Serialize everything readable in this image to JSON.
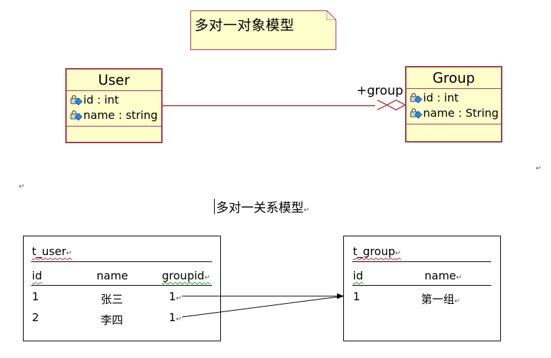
{
  "uml": {
    "note": "多对一对象模型",
    "user_class": {
      "name": "User",
      "attributes": [
        "id : int",
        "name : string"
      ]
    },
    "group_class": {
      "name": "Group",
      "attributes": [
        "id : int",
        "name : String"
      ]
    },
    "association_role": "+group"
  },
  "caption": "多对一关系模型",
  "paragraph_mark": "↵",
  "t_user": {
    "name": "t_user",
    "columns": [
      "id",
      "name",
      "groupid"
    ],
    "rows": [
      [
        "1",
        "张三",
        "1"
      ],
      [
        "2",
        "李四",
        "1"
      ]
    ]
  },
  "t_group": {
    "name": "t_group",
    "columns": [
      "id",
      "name"
    ],
    "rows": [
      [
        "1",
        "第一组"
      ]
    ]
  },
  "colors": {
    "uml_fill": "#ffffcc",
    "uml_border": "#a6364b",
    "spell_underline_red": "#d02020",
    "spell_underline_green": "#2a9a2a"
  }
}
